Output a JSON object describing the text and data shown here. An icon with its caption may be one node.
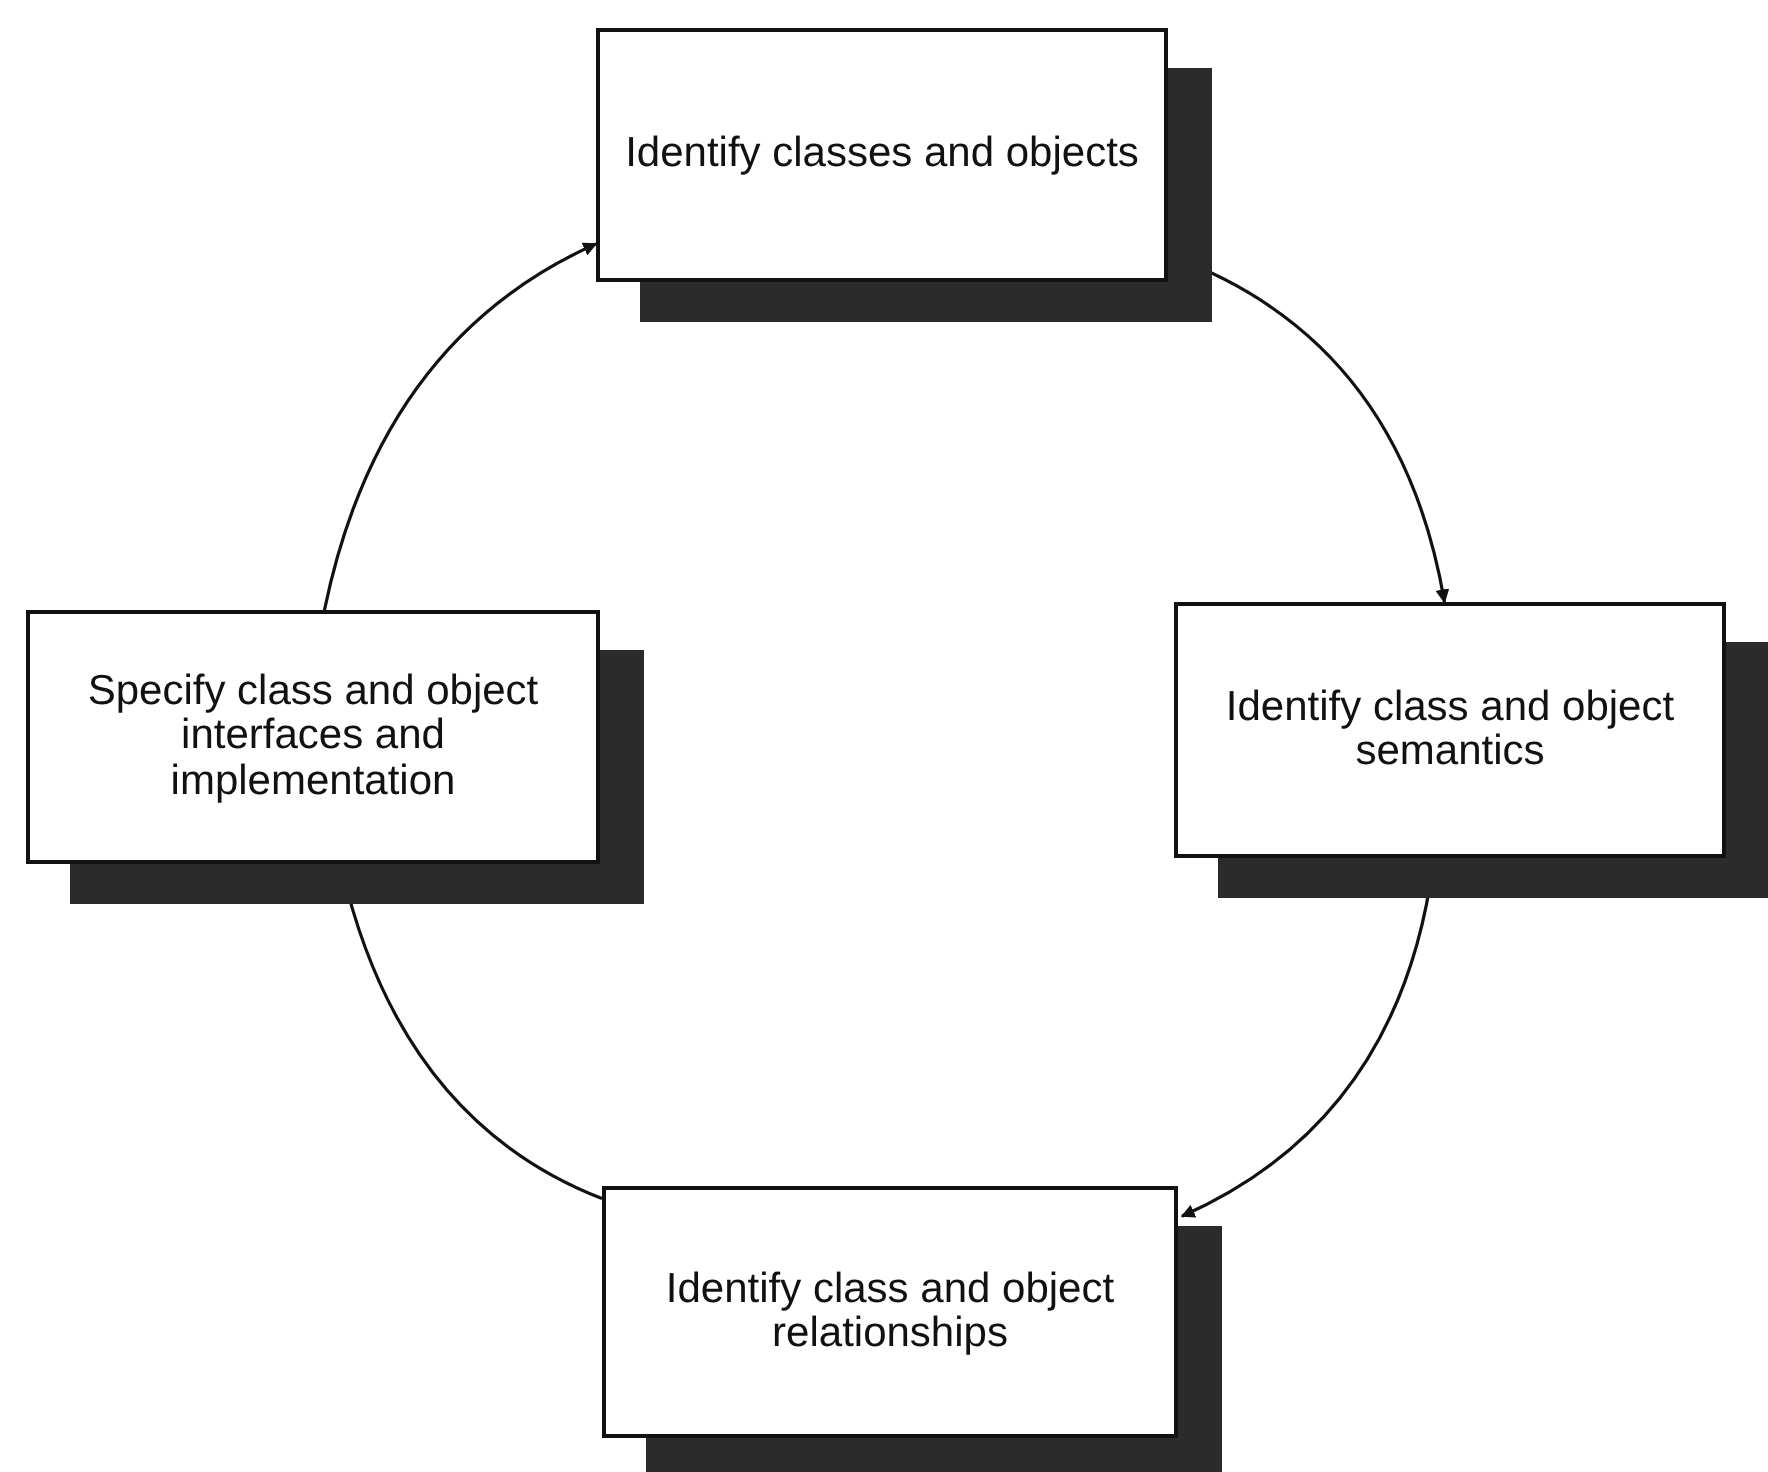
{
  "diagram": {
    "nodes": [
      {
        "text": [
          "Identify classes and objects"
        ]
      },
      {
        "text": [
          "Identify class and object semantics"
        ]
      },
      {
        "text": [
          "Identify class and object relationships"
        ]
      },
      {
        "text": [
          "Specify class and object interfaces and implementation"
        ]
      }
    ],
    "edges": [
      {
        "from": 0,
        "to": 1,
        "arrow": "to"
      },
      {
        "from": 1,
        "to": 2,
        "arrow": "to"
      },
      {
        "from": 2,
        "to": 3,
        "arrow": "to"
      },
      {
        "from": 3,
        "to": 0,
        "arrow": "to"
      }
    ]
  }
}
